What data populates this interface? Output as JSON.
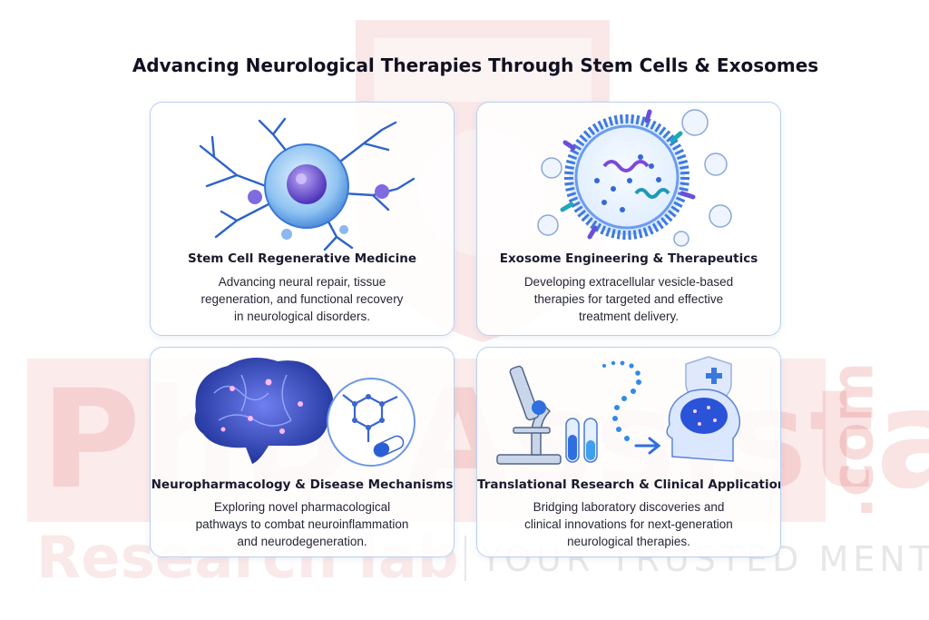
{
  "header": {
    "title": "Advancing Neurological Therapies Through Stem Cells & Exosomes"
  },
  "cards": [
    {
      "title": "Stem Cell Regenerative Medicine",
      "description_lines": [
        "Advancing neural repair, tissue",
        "regeneration, and functional recovery",
        "in neurological disorders."
      ],
      "icon": "stem-cell-icon"
    },
    {
      "title": "Exosome Engineering & Therapeutics",
      "description_lines": [
        "Developing extracellular vesicle-based",
        "therapies for targeted and effective",
        "treatment delivery."
      ],
      "icon": "exosome-icon"
    },
    {
      "title": "Neuropharmacology & Disease Mechanisms",
      "description_lines": [
        "Exploring novel pharmacological",
        "pathways to combat neuroinflammation",
        "and neurodegeneration."
      ],
      "icon": "brain-molecule-icon"
    },
    {
      "title": "Translational Research & Clinical Applications",
      "description_lines": [
        "Bridging laboratory discoveries and",
        "clinical innovations for next-generation",
        "neurological therapies."
      ],
      "icon": "microscope-head-icon"
    }
  ],
  "watermark": {
    "brand": "PhD Assistance",
    "domain": ".com",
    "sub": "Research lab",
    "tagline": "YOUR TRUSTED MENTOR"
  },
  "colors": {
    "card_border": "#b9d0ee",
    "accent_blue": "#2f6fe0",
    "accent_purple": "#6a4fd8",
    "watermark_red": "#d22828"
  }
}
